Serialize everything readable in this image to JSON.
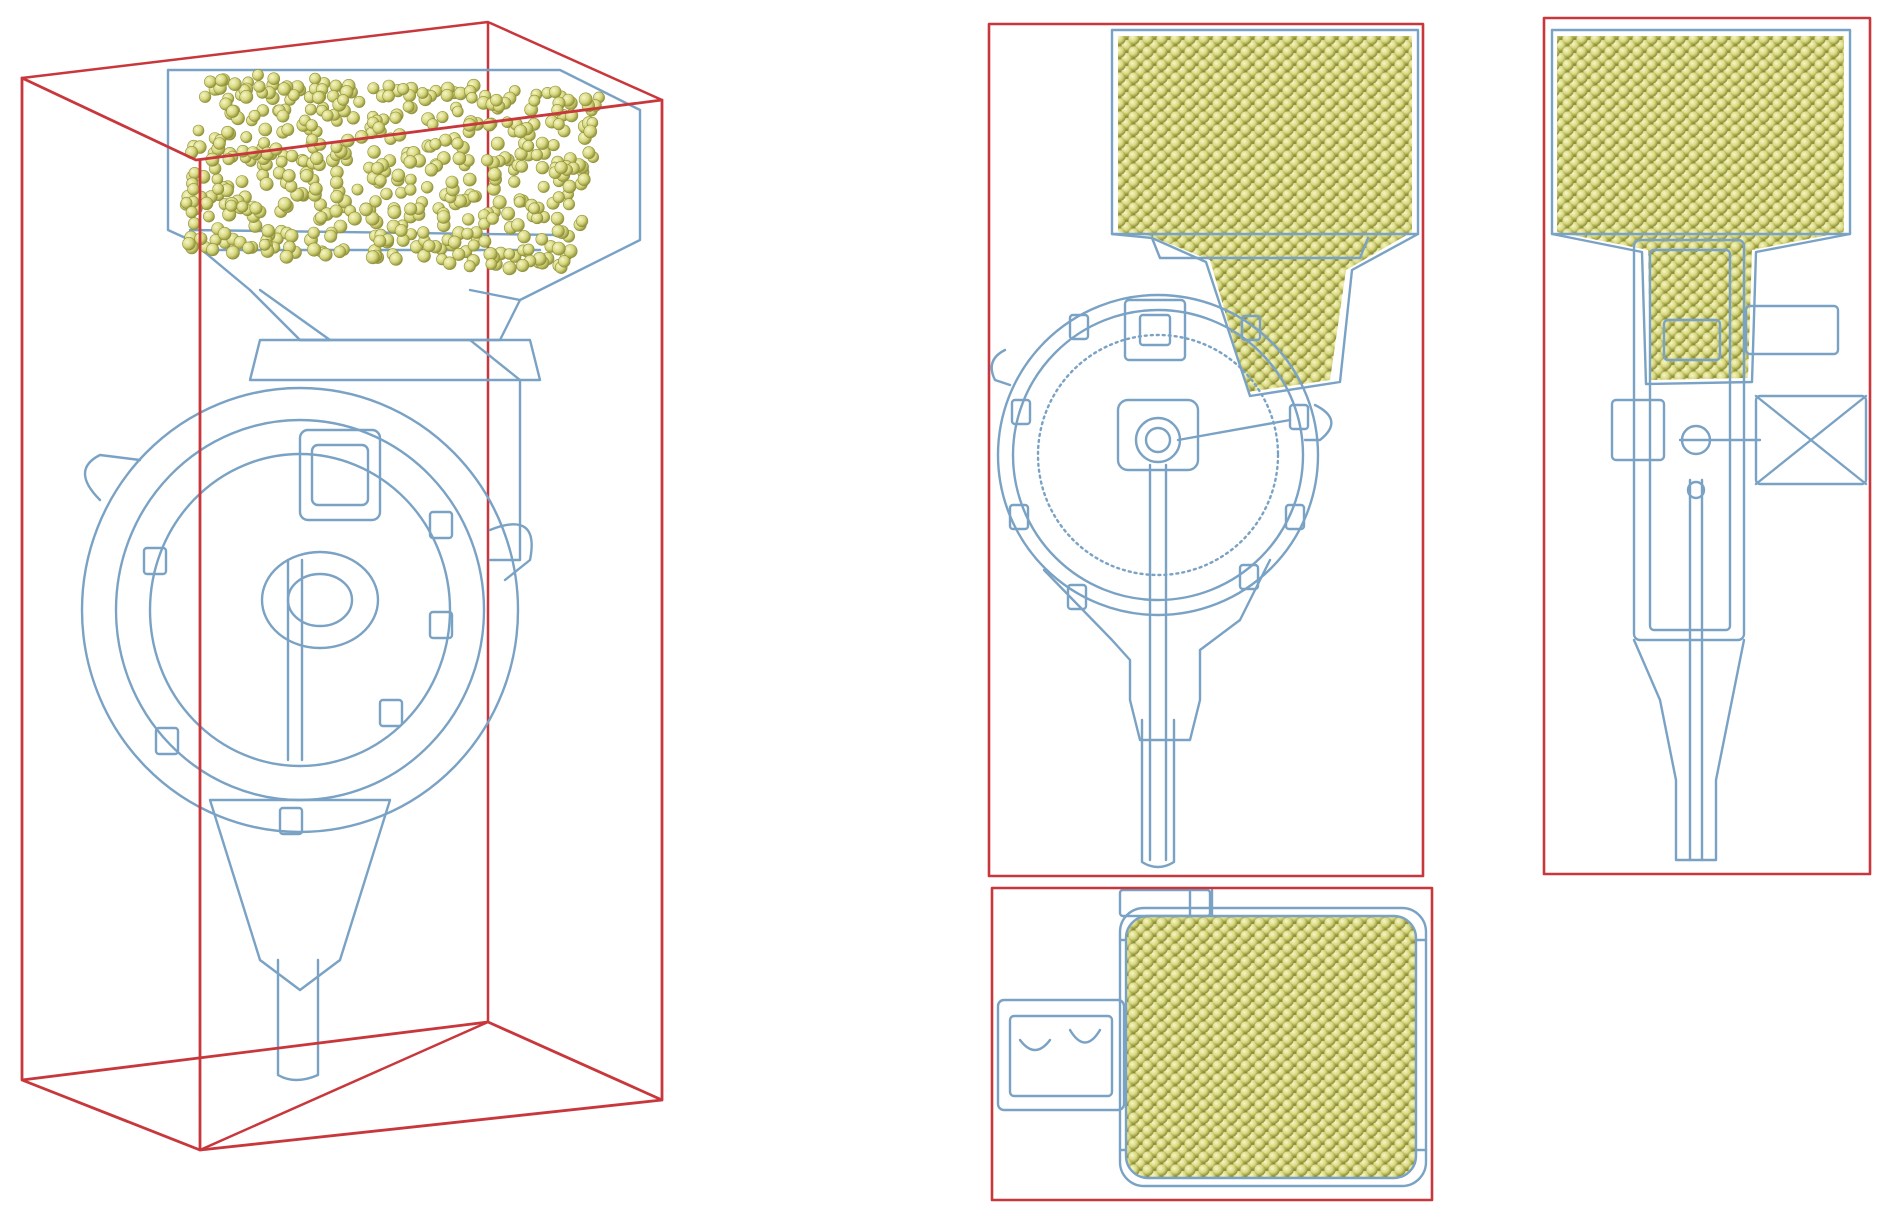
{
  "figure": {
    "views": [
      {
        "id": "isometric",
        "label": ""
      },
      {
        "id": "front",
        "label": ""
      },
      {
        "id": "side",
        "label": ""
      },
      {
        "id": "top",
        "label": ""
      }
    ]
  },
  "colors": {
    "domain_box": "#c8373c",
    "body_stroke": "#7aa2c4",
    "body_fill": "#d7e6f2",
    "body_fill_dark": "#a9c3d9",
    "particle": "#dcdc8a",
    "particle_shade": "#8f913a",
    "particle_fill_bg": "#9fa04a",
    "background": "#ffffff"
  },
  "icons": {
    "domain_box": "bounding-box-icon",
    "particles": "granule-bed-icon",
    "machine": "metering-device-wireframe-icon"
  }
}
